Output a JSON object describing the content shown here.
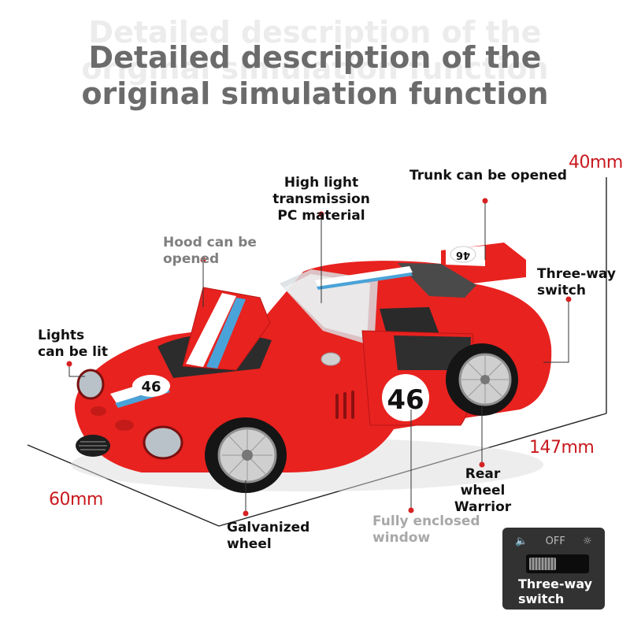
{
  "header": {
    "title_line1": "Detailed description of the",
    "title_line2": "original simulation function"
  },
  "labels": {
    "pc_material_line1": "High light transmission",
    "pc_material_line2": "PC material",
    "trunk": "Trunk can be opened",
    "hood_line1": "Hood can be",
    "hood_line2": "opened",
    "lights_line1": "Lights",
    "lights_line2": "can be lit",
    "switch_line1": "Three-way",
    "switch_line2": "switch",
    "rear_wheel_line1": "Rear wheel",
    "rear_wheel_line2": "Warrior",
    "window_line1": "Fully enclosed",
    "window_line2": "window",
    "wheel_line1": "Galvanized",
    "wheel_line2": "wheel"
  },
  "dimensions": {
    "height": "40mm",
    "length": "147mm",
    "width": "60mm"
  },
  "car": {
    "race_number": "46",
    "body_color": "#e8221f",
    "stripe_color": "#4aa3d8"
  },
  "switch_panel": {
    "state_text": "OFF",
    "label_line1": "Three-way",
    "label_line2": "switch"
  },
  "colors": {
    "accent": "#c8191e",
    "dot": "#d62222"
  }
}
